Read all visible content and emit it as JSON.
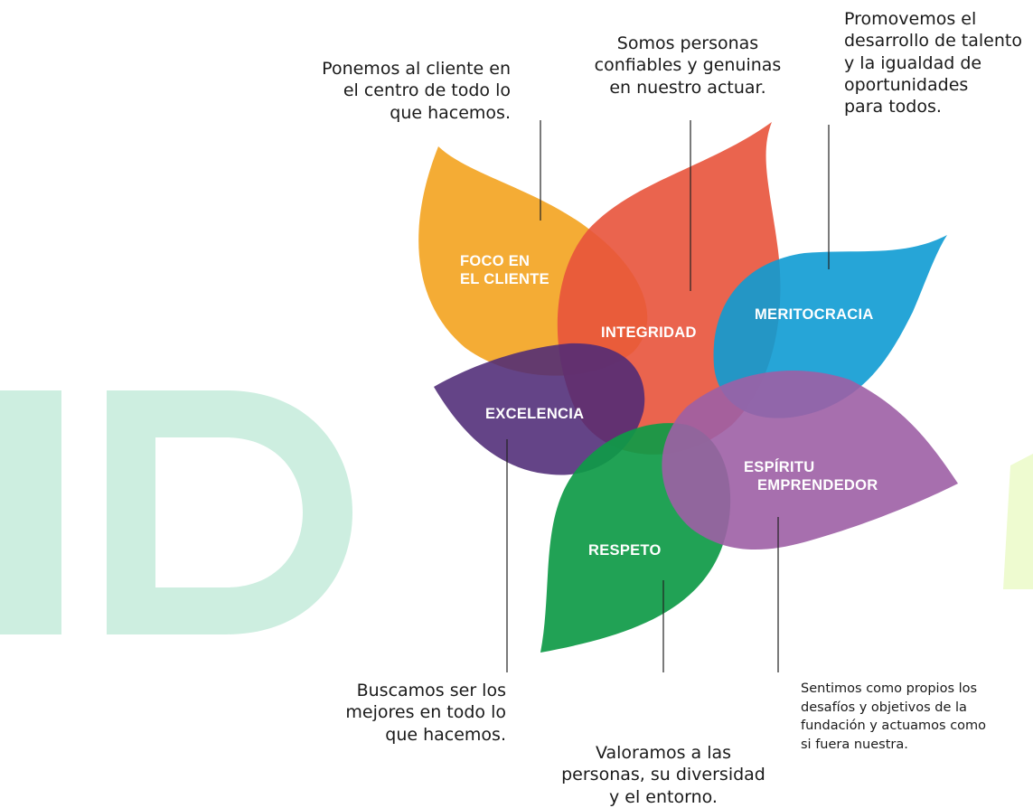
{
  "petals": {
    "foco": {
      "label_line1": "FOCO EN",
      "label_line2": "EL CLIENTE",
      "color": "#f3a524"
    },
    "integridad": {
      "label": "INTEGRIDAD",
      "color": "#e8533b"
    },
    "meritocracia": {
      "label": "MERITOCRACIA",
      "color": "#0e9bd3"
    },
    "excelencia": {
      "label": "EXCELENCIA",
      "color": "#4e2a76"
    },
    "respeto": {
      "label": "RESPETO",
      "color": "#0e9a47"
    },
    "espiritu": {
      "label_line1": "ESPÍRITU",
      "label_line2": "EMPRENDEDOR",
      "color": "#9d5fa5"
    }
  },
  "captions": {
    "foco": "Ponemos al cliente en\nel centro de todo lo\nque hacemos.",
    "integridad": "Somos personas\nconfiables y genuinas\nen nuestro actuar.",
    "meritocracia": "Promovemos el\ndesarrollo de talento\ny la igualdad de\noportunidades\npara todos.",
    "excelencia": "Buscamos ser los\nmejores en todo lo\nque hacemos.",
    "respeto": "Valoramos a las\npersonas, su diversidad\ny el entorno.",
    "espiritu": "Sentimos como propios los\ndesafíos y objetivos de la\nfundación y actuamos como\nsi fuera nuestra."
  },
  "watermark": {
    "text": "ID",
    "color": "#cdeee0",
    "accent_color": "#eefbd0"
  }
}
